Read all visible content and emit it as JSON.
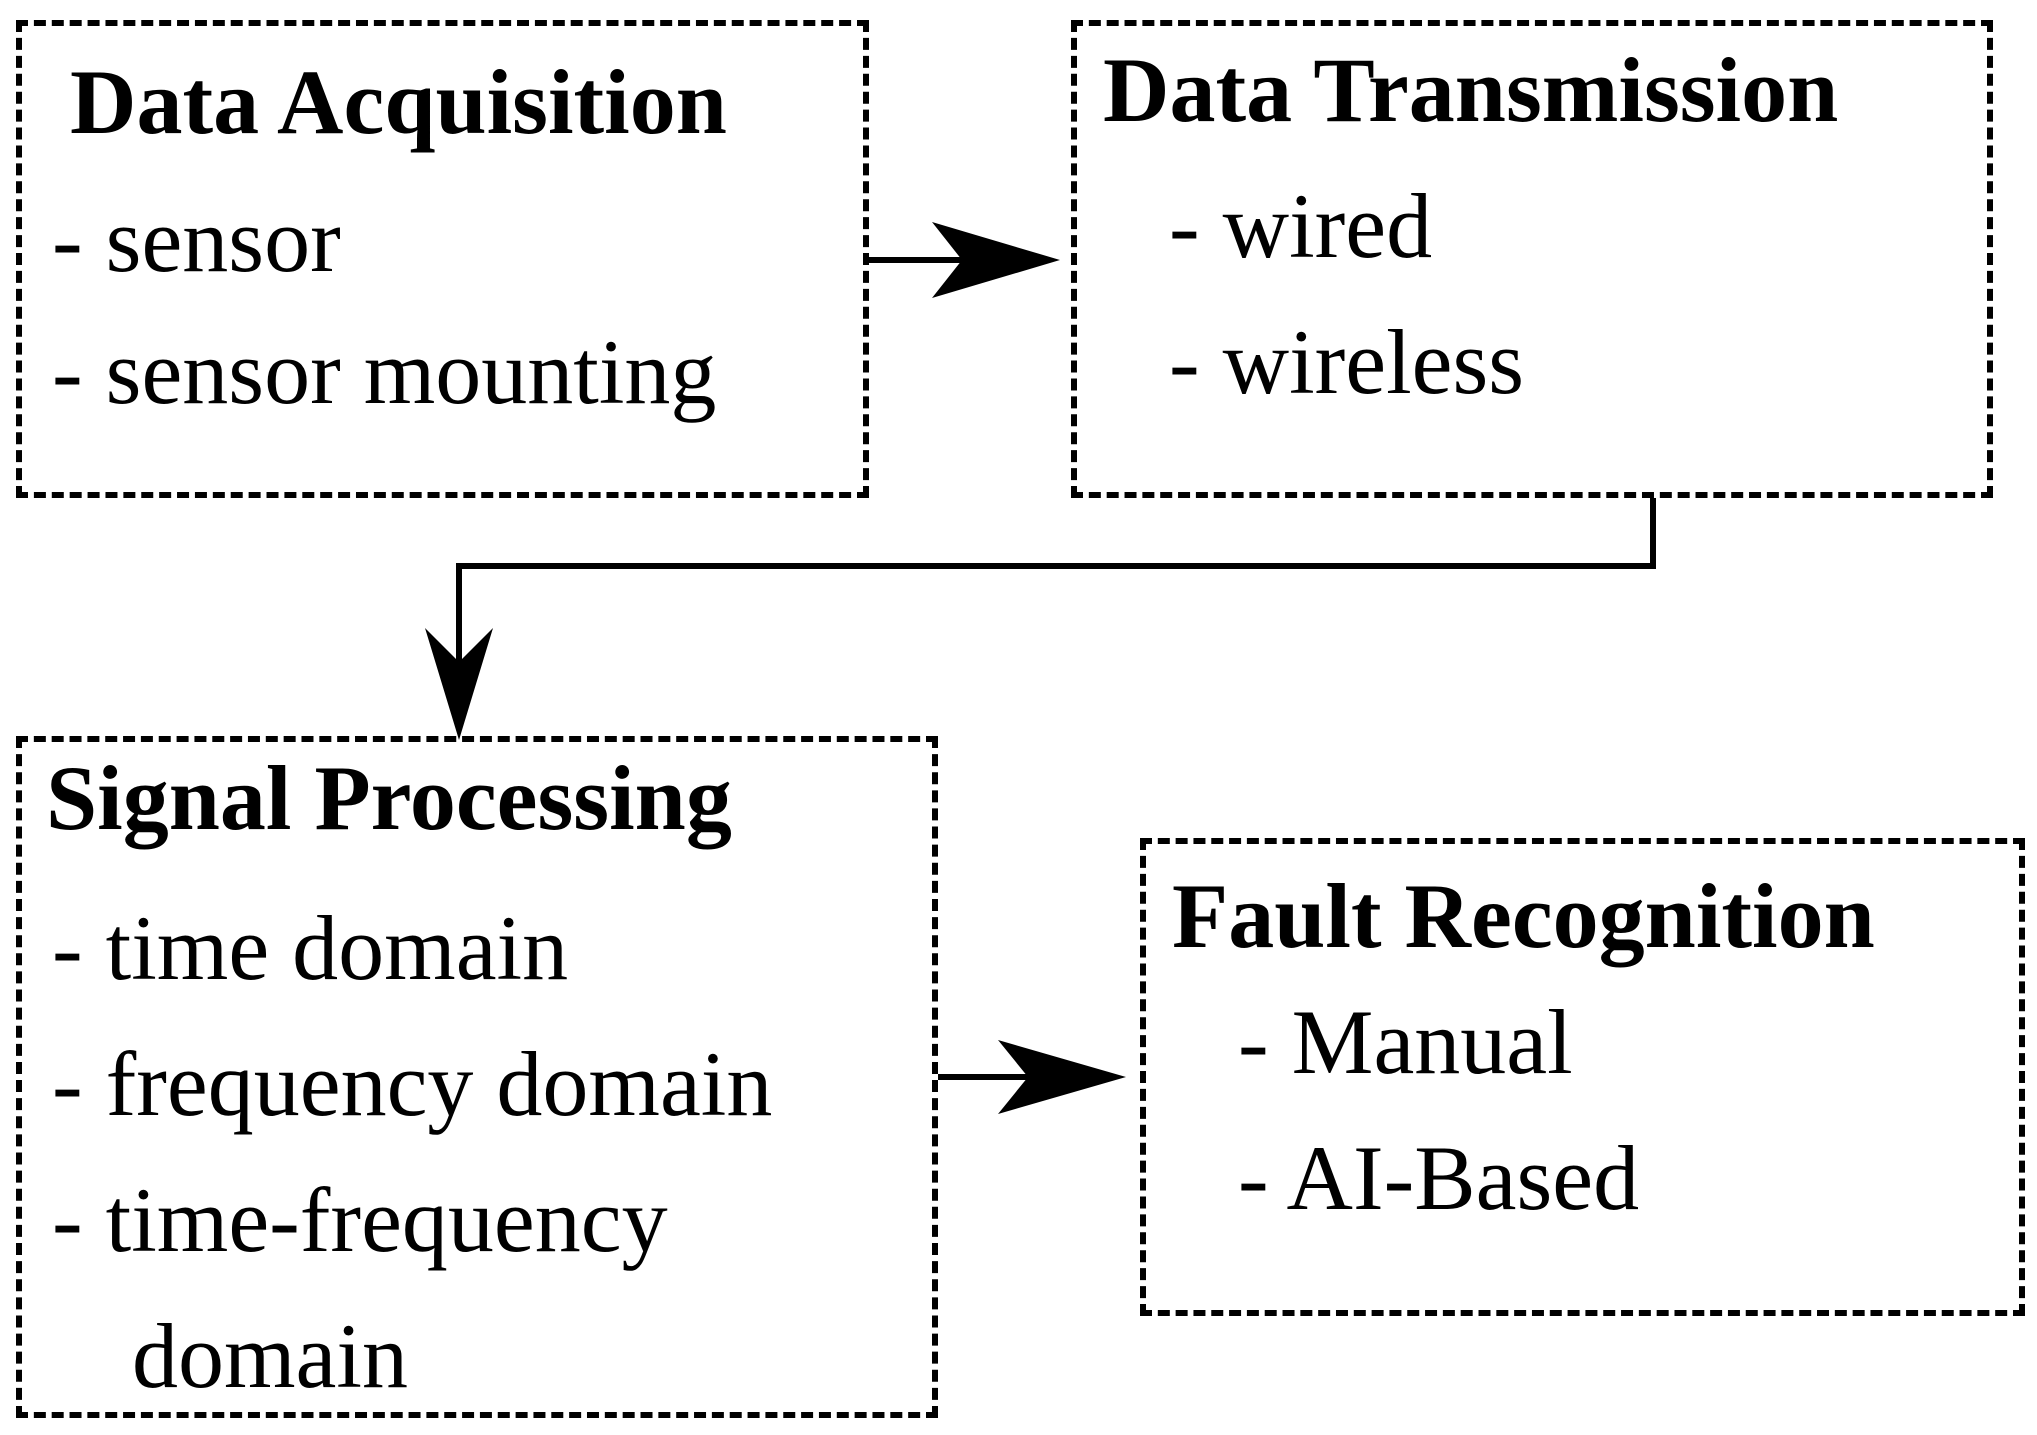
{
  "boxes": {
    "data_acquisition": {
      "title": "Data Acquisition",
      "items": [
        "- sensor",
        "- sensor mounting"
      ]
    },
    "data_transmission": {
      "title": "Data Transmission",
      "items": [
        "- wired",
        "- wireless"
      ]
    },
    "signal_processing": {
      "title": "Signal Processing",
      "items": [
        "- time domain",
        "- frequency domain",
        "- time-frequency",
        "domain"
      ]
    },
    "fault_recognition": {
      "title": "Fault Recognition",
      "items": [
        "- Manual",
        "- AI-Based"
      ]
    }
  }
}
